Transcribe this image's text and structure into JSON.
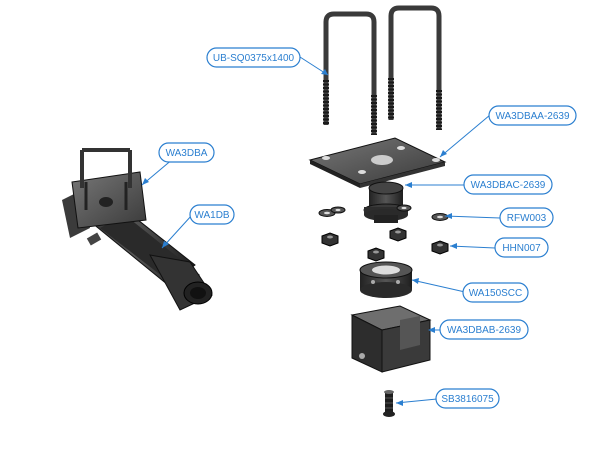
{
  "callouts": {
    "ub": "UB-SQ0375x1400",
    "wa3dbaa": "WA3DBAA-2639",
    "wa3dba": "WA3DBA",
    "wa3dbac": "WA3DBAC-2639",
    "wa1db": "WA1DB",
    "rfw003": "RFW003",
    "hhn007": "HHN007",
    "wa150scc": "WA150SCC",
    "wa3dbab": "WA3DBAB-2639",
    "sb3816075": "SB3816075"
  },
  "colors": {
    "callout": "#2b7fd0",
    "part_dark": "#2e2e2e",
    "part_light": "#8c8c8c"
  }
}
